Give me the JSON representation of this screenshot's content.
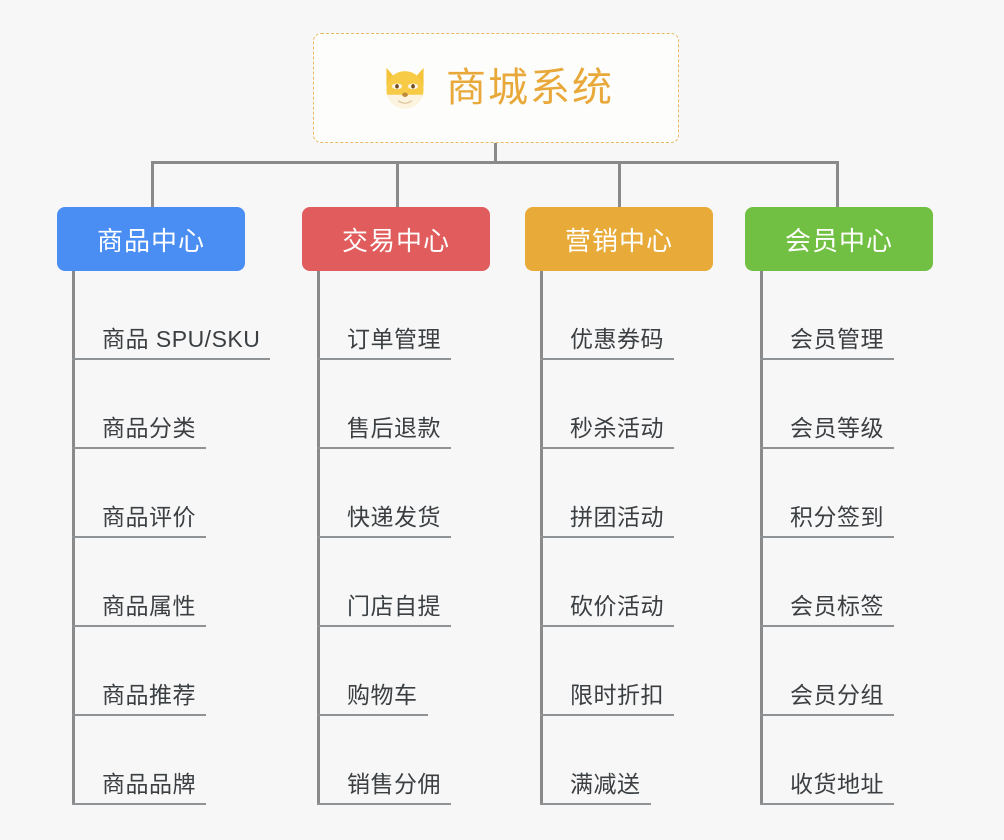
{
  "root": {
    "title": "商城系统",
    "icon": "dog-face-icon",
    "border_color": "#e8b760",
    "text_color": "#e8a93a",
    "background": "#fdfdfb"
  },
  "canvas": {
    "background": "#f7f7f7",
    "connector_color": "#8a8a8a"
  },
  "categories": [
    {
      "label": "商品中心",
      "color": "#4a8ef4",
      "children": [
        "商品 SPU/SKU",
        "商品分类",
        "商品评价",
        "商品属性",
        "商品推荐",
        "商品品牌"
      ]
    },
    {
      "label": "交易中心",
      "color": "#e15c5c",
      "children": [
        "订单管理",
        "售后退款",
        "快递发货",
        "门店自提",
        "购物车",
        "销售分佣"
      ]
    },
    {
      "label": "营销中心",
      "color": "#e8ab39",
      "children": [
        "优惠券码",
        "秒杀活动",
        "拼团活动",
        "砍价活动",
        "限时折扣",
        "满减送"
      ]
    },
    {
      "label": "会员中心",
      "color": "#72c043",
      "children": [
        "会员管理",
        "会员等级",
        "积分签到",
        "会员标签",
        "会员分组",
        "收货地址"
      ]
    }
  ]
}
